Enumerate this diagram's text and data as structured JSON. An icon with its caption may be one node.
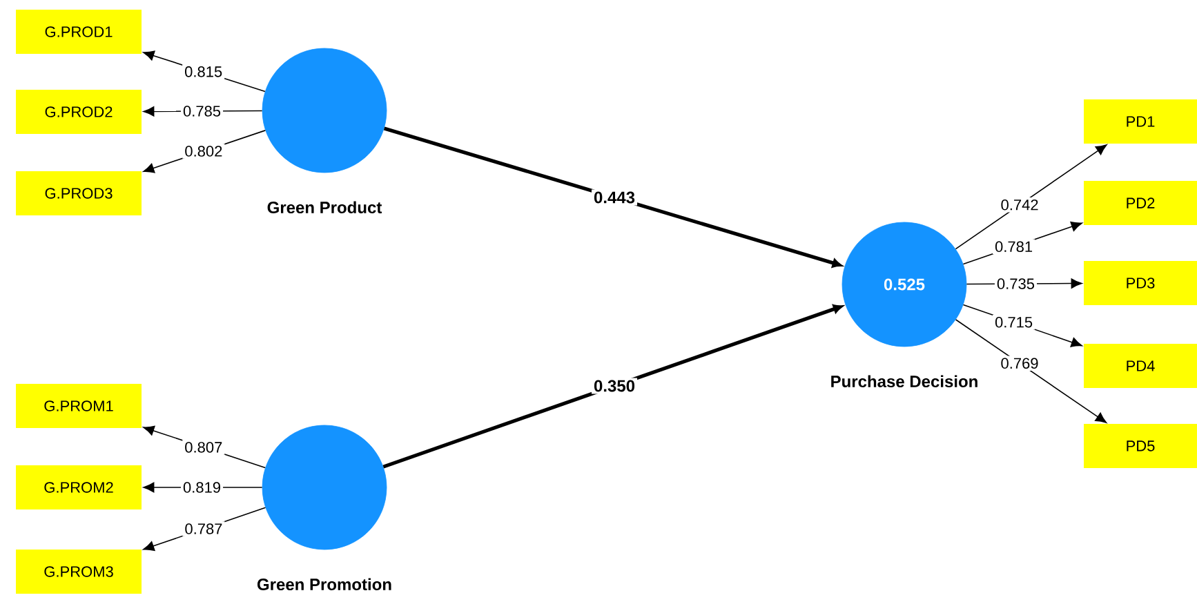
{
  "diagram": {
    "nodes": [
      {
        "text": [],
        "shape": "circle",
        "beside": [
          "Green Product"
        ]
      },
      {
        "text": [],
        "shape": "circle",
        "beside": [
          "Green Promotion"
        ]
      },
      {
        "text": [
          "0.525"
        ],
        "beside": [
          "Purchase Decision"
        ]
      },
      {
        "text": [
          "G.PROD1"
        ]
      },
      {
        "text": [
          "G.PROD2"
        ]
      },
      {
        "text": [
          "G.PROD3"
        ]
      },
      {
        "text": [
          "G.PROM1"
        ]
      },
      {
        "text": [
          "G.PROM2"
        ]
      },
      {
        "text": [
          "G.PROM3"
        ]
      },
      {
        "text": [
          "PD1"
        ]
      },
      {
        "text": [
          "PD2"
        ]
      },
      {
        "text": [
          "PD3"
        ]
      },
      {
        "text": [
          "PD4"
        ]
      },
      {
        "text": [
          "PD5"
        ]
      }
    ],
    "edges": [
      {
        "from": 0,
        "to": 2,
        "arrow": "to",
        "label": "0.443",
        "style": "thick"
      },
      {
        "from": 1,
        "to": 2,
        "arrow": "to",
        "label": "0.350",
        "style": "thick"
      },
      {
        "from": 0,
        "to": 3,
        "arrow": "to",
        "label": "0.815"
      },
      {
        "from": 0,
        "to": 4,
        "arrow": "to",
        "label": "0.785"
      },
      {
        "from": 0,
        "to": 5,
        "arrow": "to",
        "label": "0.802"
      },
      {
        "from": 1,
        "to": 6,
        "arrow": "to",
        "label": "0.807"
      },
      {
        "from": 1,
        "to": 7,
        "arrow": "to",
        "label": "0.819"
      },
      {
        "from": 1,
        "to": 8,
        "arrow": "to",
        "label": "0.787"
      },
      {
        "from": 2,
        "to": 9,
        "arrow": "to",
        "label": "0.742"
      },
      {
        "from": 2,
        "to": 10,
        "arrow": "to",
        "label": "0.781"
      },
      {
        "from": 2,
        "to": 11,
        "arrow": "to",
        "label": "0.735"
      },
      {
        "from": 2,
        "to": 12,
        "arrow": "to",
        "label": "0.715"
      },
      {
        "from": 2,
        "to": 13,
        "arrow": "to",
        "label": "0.769"
      }
    ]
  }
}
